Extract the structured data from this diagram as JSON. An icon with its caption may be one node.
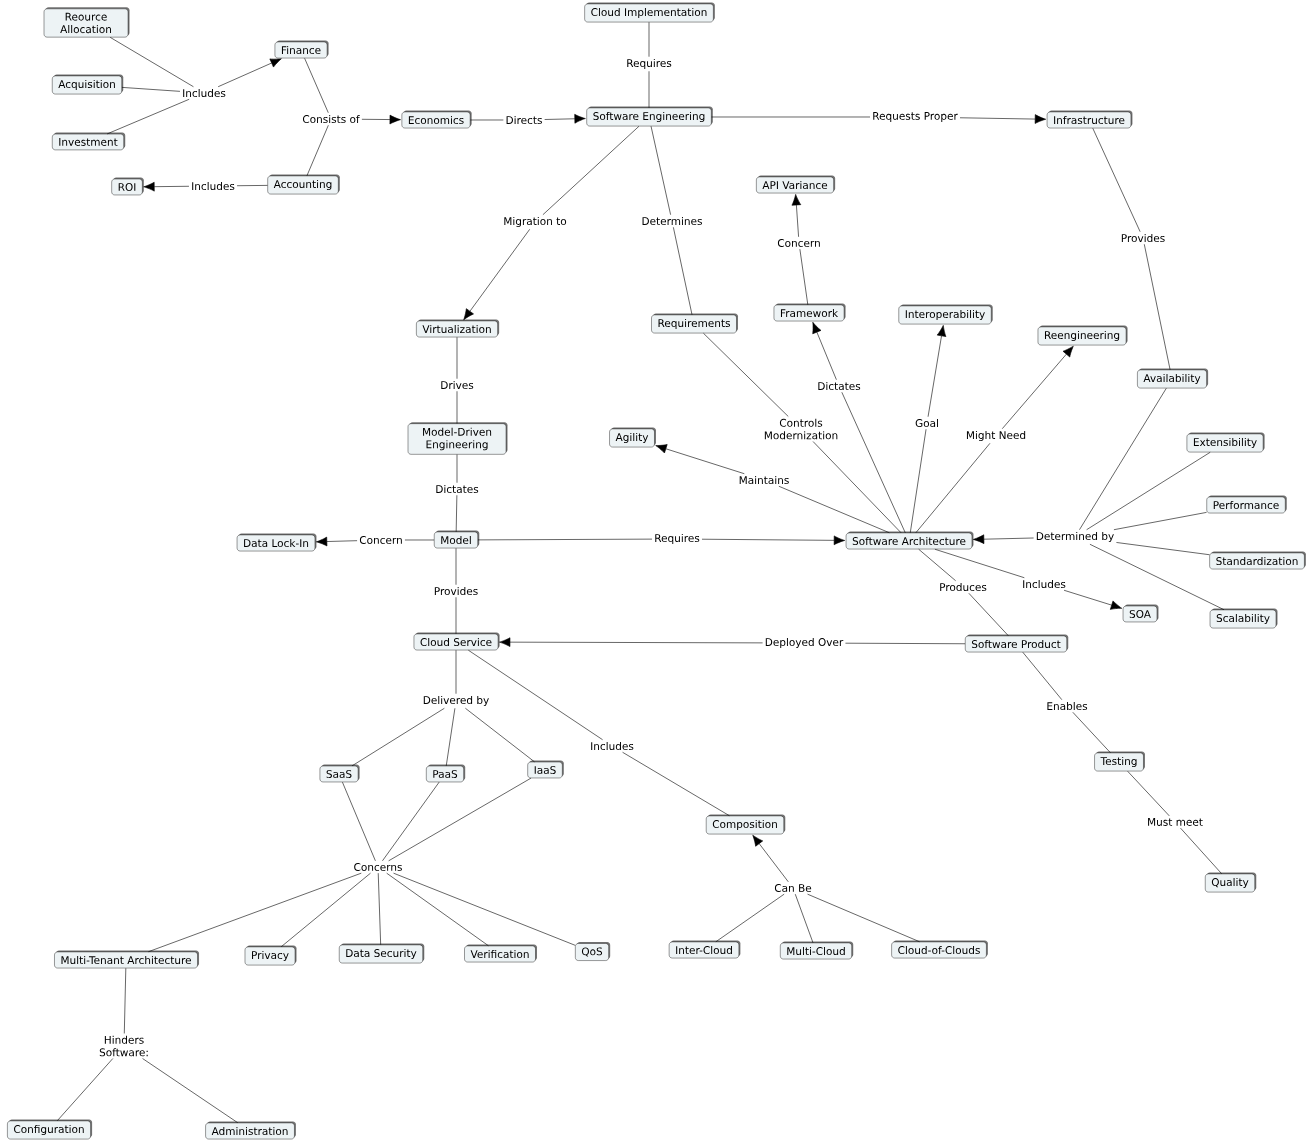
{
  "diagram": {
    "nodes": [
      {
        "text": [
          "Reource Allocation"
        ]
      },
      {
        "text": [
          "Acquisition"
        ]
      },
      {
        "text": [
          "Investment"
        ]
      },
      {
        "text": [
          "Finance"
        ]
      },
      {
        "text": [
          "Economics"
        ]
      },
      {
        "text": [
          "Accounting"
        ]
      },
      {
        "text": [
          "ROI"
        ]
      },
      {
        "text": [
          "Cloud Implementation"
        ]
      },
      {
        "text": [
          "Software Engineering"
        ]
      },
      {
        "text": [
          "Infrastructure"
        ]
      },
      {
        "text": [
          "API Variance"
        ]
      },
      {
        "text": [
          "Virtualization"
        ]
      },
      {
        "text": [
          "Requirements"
        ]
      },
      {
        "text": [
          "Framework"
        ]
      },
      {
        "text": [
          "Interoperability"
        ]
      },
      {
        "text": [
          "Reengineering"
        ]
      },
      {
        "text": [
          "Availability"
        ]
      },
      {
        "text": [
          "Model-Driven Engineering"
        ]
      },
      {
        "text": [
          "Agility"
        ]
      },
      {
        "text": [
          "Extensibility"
        ]
      },
      {
        "text": [
          "Performance"
        ]
      },
      {
        "text": [
          "Standardization"
        ]
      },
      {
        "text": [
          "Scalability"
        ]
      },
      {
        "text": [
          "Data Lock-In"
        ]
      },
      {
        "text": [
          "Model"
        ]
      },
      {
        "text": [
          "Software Architecture"
        ]
      },
      {
        "text": [
          "SOA"
        ]
      },
      {
        "text": [
          "Cloud Service"
        ]
      },
      {
        "text": [
          "Software Product"
        ]
      },
      {
        "text": [
          "Testing"
        ]
      },
      {
        "text": [
          "SaaS"
        ]
      },
      {
        "text": [
          "PaaS"
        ]
      },
      {
        "text": [
          "IaaS"
        ]
      },
      {
        "text": [
          "Composition"
        ]
      },
      {
        "text": [
          "Quality"
        ]
      },
      {
        "text": [
          "Multi-Tenant Architecture"
        ]
      },
      {
        "text": [
          "Privacy"
        ]
      },
      {
        "text": [
          "Data Security"
        ]
      },
      {
        "text": [
          "Verification"
        ]
      },
      {
        "text": [
          "QoS"
        ]
      },
      {
        "text": [
          "Inter-Cloud"
        ]
      },
      {
        "text": [
          "Multi-Cloud"
        ]
      },
      {
        "text": [
          "Cloud-of-Clouds"
        ]
      },
      {
        "text": [
          "Configuration"
        ]
      },
      {
        "text": [
          "Administration"
        ]
      },
      {
        "text": [
          "Includes"
        ]
      },
      {
        "text": [
          "Consists of"
        ]
      },
      {
        "text": [
          "Includes"
        ]
      },
      {
        "text": [
          "Directs"
        ]
      },
      {
        "text": [
          "Requires"
        ]
      },
      {
        "text": [
          "Requests Proper"
        ]
      },
      {
        "text": [
          "Migration to"
        ]
      },
      {
        "text": [
          "Determines"
        ]
      },
      {
        "text": [
          "Provides"
        ]
      },
      {
        "text": [
          "Concern"
        ]
      },
      {
        "text": [
          "Drives"
        ]
      },
      {
        "text": [
          "Controls Modernization"
        ]
      },
      {
        "text": [
          "Dictates"
        ]
      },
      {
        "text": [
          "Goal"
        ]
      },
      {
        "text": [
          "Might Need"
        ]
      },
      {
        "text": [
          "Maintains"
        ]
      },
      {
        "text": [
          "Dictates"
        ]
      },
      {
        "text": [
          "Determined by"
        ]
      },
      {
        "text": [
          "Concern"
        ]
      },
      {
        "text": [
          "Requires"
        ]
      },
      {
        "text": [
          "Provides"
        ]
      },
      {
        "text": [
          "Produces"
        ]
      },
      {
        "text": [
          "Includes"
        ]
      },
      {
        "text": [
          "Deployed Over"
        ]
      },
      {
        "text": [
          "Enables"
        ]
      },
      {
        "text": [
          "Delivered by"
        ]
      },
      {
        "text": [
          "Includes"
        ]
      },
      {
        "text": [
          "Must meet"
        ]
      },
      {
        "text": [
          "Concerns"
        ]
      },
      {
        "text": [
          "Can Be"
        ]
      },
      {
        "text": [
          "Hinders Software:"
        ]
      }
    ],
    "edges": [
      {
        "from": 0,
        "to": 45,
        "arrow": "none"
      },
      {
        "from": 1,
        "to": 45,
        "arrow": "none"
      },
      {
        "from": 2,
        "to": 45,
        "arrow": "none"
      },
      {
        "from": 45,
        "to": 3,
        "arrow": "to"
      },
      {
        "from": 3,
        "to": 46,
        "arrow": "none"
      },
      {
        "from": 5,
        "to": 46,
        "arrow": "none"
      },
      {
        "from": 46,
        "to": 4,
        "arrow": "to"
      },
      {
        "from": 5,
        "to": 47,
        "arrow": "none"
      },
      {
        "from": 47,
        "to": 6,
        "arrow": "to"
      },
      {
        "from": 4,
        "to": 48,
        "arrow": "none"
      },
      {
        "from": 48,
        "to": 8,
        "arrow": "to"
      },
      {
        "from": 7,
        "to": 49,
        "arrow": "none"
      },
      {
        "from": 49,
        "to": 8,
        "arrow": "none"
      },
      {
        "from": 8,
        "to": 50,
        "arrow": "none"
      },
      {
        "from": 50,
        "to": 9,
        "arrow": "to"
      },
      {
        "from": 8,
        "to": 51,
        "arrow": "none"
      },
      {
        "from": 51,
        "to": 11,
        "arrow": "to"
      },
      {
        "from": 8,
        "to": 52,
        "arrow": "none"
      },
      {
        "from": 52,
        "to": 12,
        "arrow": "none"
      },
      {
        "from": 9,
        "to": 53,
        "arrow": "none"
      },
      {
        "from": 53,
        "to": 16,
        "arrow": "none"
      },
      {
        "from": 13,
        "to": 54,
        "arrow": "none"
      },
      {
        "from": 54,
        "to": 10,
        "arrow": "to"
      },
      {
        "from": 11,
        "to": 55,
        "arrow": "none"
      },
      {
        "from": 55,
        "to": 17,
        "arrow": "none"
      },
      {
        "from": 12,
        "to": 56,
        "arrow": "none"
      },
      {
        "from": 56,
        "to": 25,
        "arrow": "none"
      },
      {
        "from": 25,
        "to": 57,
        "arrow": "none"
      },
      {
        "from": 57,
        "to": 13,
        "arrow": "to"
      },
      {
        "from": 25,
        "to": 58,
        "arrow": "none"
      },
      {
        "from": 58,
        "to": 14,
        "arrow": "to"
      },
      {
        "from": 25,
        "to": 59,
        "arrow": "none"
      },
      {
        "from": 59,
        "to": 15,
        "arrow": "to"
      },
      {
        "from": 25,
        "to": 60,
        "arrow": "none"
      },
      {
        "from": 60,
        "to": 18,
        "arrow": "to"
      },
      {
        "from": 17,
        "to": 61,
        "arrow": "none"
      },
      {
        "from": 61,
        "to": 24,
        "arrow": "none"
      },
      {
        "from": 16,
        "to": 62,
        "arrow": "none"
      },
      {
        "from": 19,
        "to": 62,
        "arrow": "none"
      },
      {
        "from": 20,
        "to": 62,
        "arrow": "none"
      },
      {
        "from": 21,
        "to": 62,
        "arrow": "none"
      },
      {
        "from": 22,
        "to": 62,
        "arrow": "none"
      },
      {
        "from": 62,
        "to": 25,
        "arrow": "to"
      },
      {
        "from": 24,
        "to": 63,
        "arrow": "none"
      },
      {
        "from": 63,
        "to": 23,
        "arrow": "to"
      },
      {
        "from": 24,
        "to": 64,
        "arrow": "none"
      },
      {
        "from": 64,
        "to": 25,
        "arrow": "to"
      },
      {
        "from": 24,
        "to": 65,
        "arrow": "none"
      },
      {
        "from": 65,
        "to": 27,
        "arrow": "none"
      },
      {
        "from": 25,
        "to": 66,
        "arrow": "none"
      },
      {
        "from": 66,
        "to": 28,
        "arrow": "none"
      },
      {
        "from": 25,
        "to": 67,
        "arrow": "none"
      },
      {
        "from": 67,
        "to": 26,
        "arrow": "to"
      },
      {
        "from": 28,
        "to": 68,
        "arrow": "none"
      },
      {
        "from": 68,
        "to": 27,
        "arrow": "to"
      },
      {
        "from": 28,
        "to": 69,
        "arrow": "none"
      },
      {
        "from": 69,
        "to": 29,
        "arrow": "none"
      },
      {
        "from": 27,
        "to": 70,
        "arrow": "none"
      },
      {
        "from": 70,
        "to": 30,
        "arrow": "none"
      },
      {
        "from": 70,
        "to": 31,
        "arrow": "none"
      },
      {
        "from": 70,
        "to": 32,
        "arrow": "none"
      },
      {
        "from": 27,
        "to": 71,
        "arrow": "none"
      },
      {
        "from": 71,
        "to": 33,
        "arrow": "none"
      },
      {
        "from": 29,
        "to": 72,
        "arrow": "none"
      },
      {
        "from": 72,
        "to": 34,
        "arrow": "none"
      },
      {
        "from": 30,
        "to": 73,
        "arrow": "none"
      },
      {
        "from": 31,
        "to": 73,
        "arrow": "none"
      },
      {
        "from": 32,
        "to": 73,
        "arrow": "none"
      },
      {
        "from": 73,
        "to": 35,
        "arrow": "none"
      },
      {
        "from": 73,
        "to": 36,
        "arrow": "none"
      },
      {
        "from": 73,
        "to": 37,
        "arrow": "none"
      },
      {
        "from": 73,
        "to": 38,
        "arrow": "none"
      },
      {
        "from": 73,
        "to": 39,
        "arrow": "none"
      },
      {
        "from": 40,
        "to": 74,
        "arrow": "none"
      },
      {
        "from": 41,
        "to": 74,
        "arrow": "none"
      },
      {
        "from": 42,
        "to": 74,
        "arrow": "none"
      },
      {
        "from": 74,
        "to": 33,
        "arrow": "to"
      },
      {
        "from": 35,
        "to": 75,
        "arrow": "none"
      },
      {
        "from": 75,
        "to": 43,
        "arrow": "none"
      },
      {
        "from": 75,
        "to": 44,
        "arrow": "none"
      }
    ]
  }
}
